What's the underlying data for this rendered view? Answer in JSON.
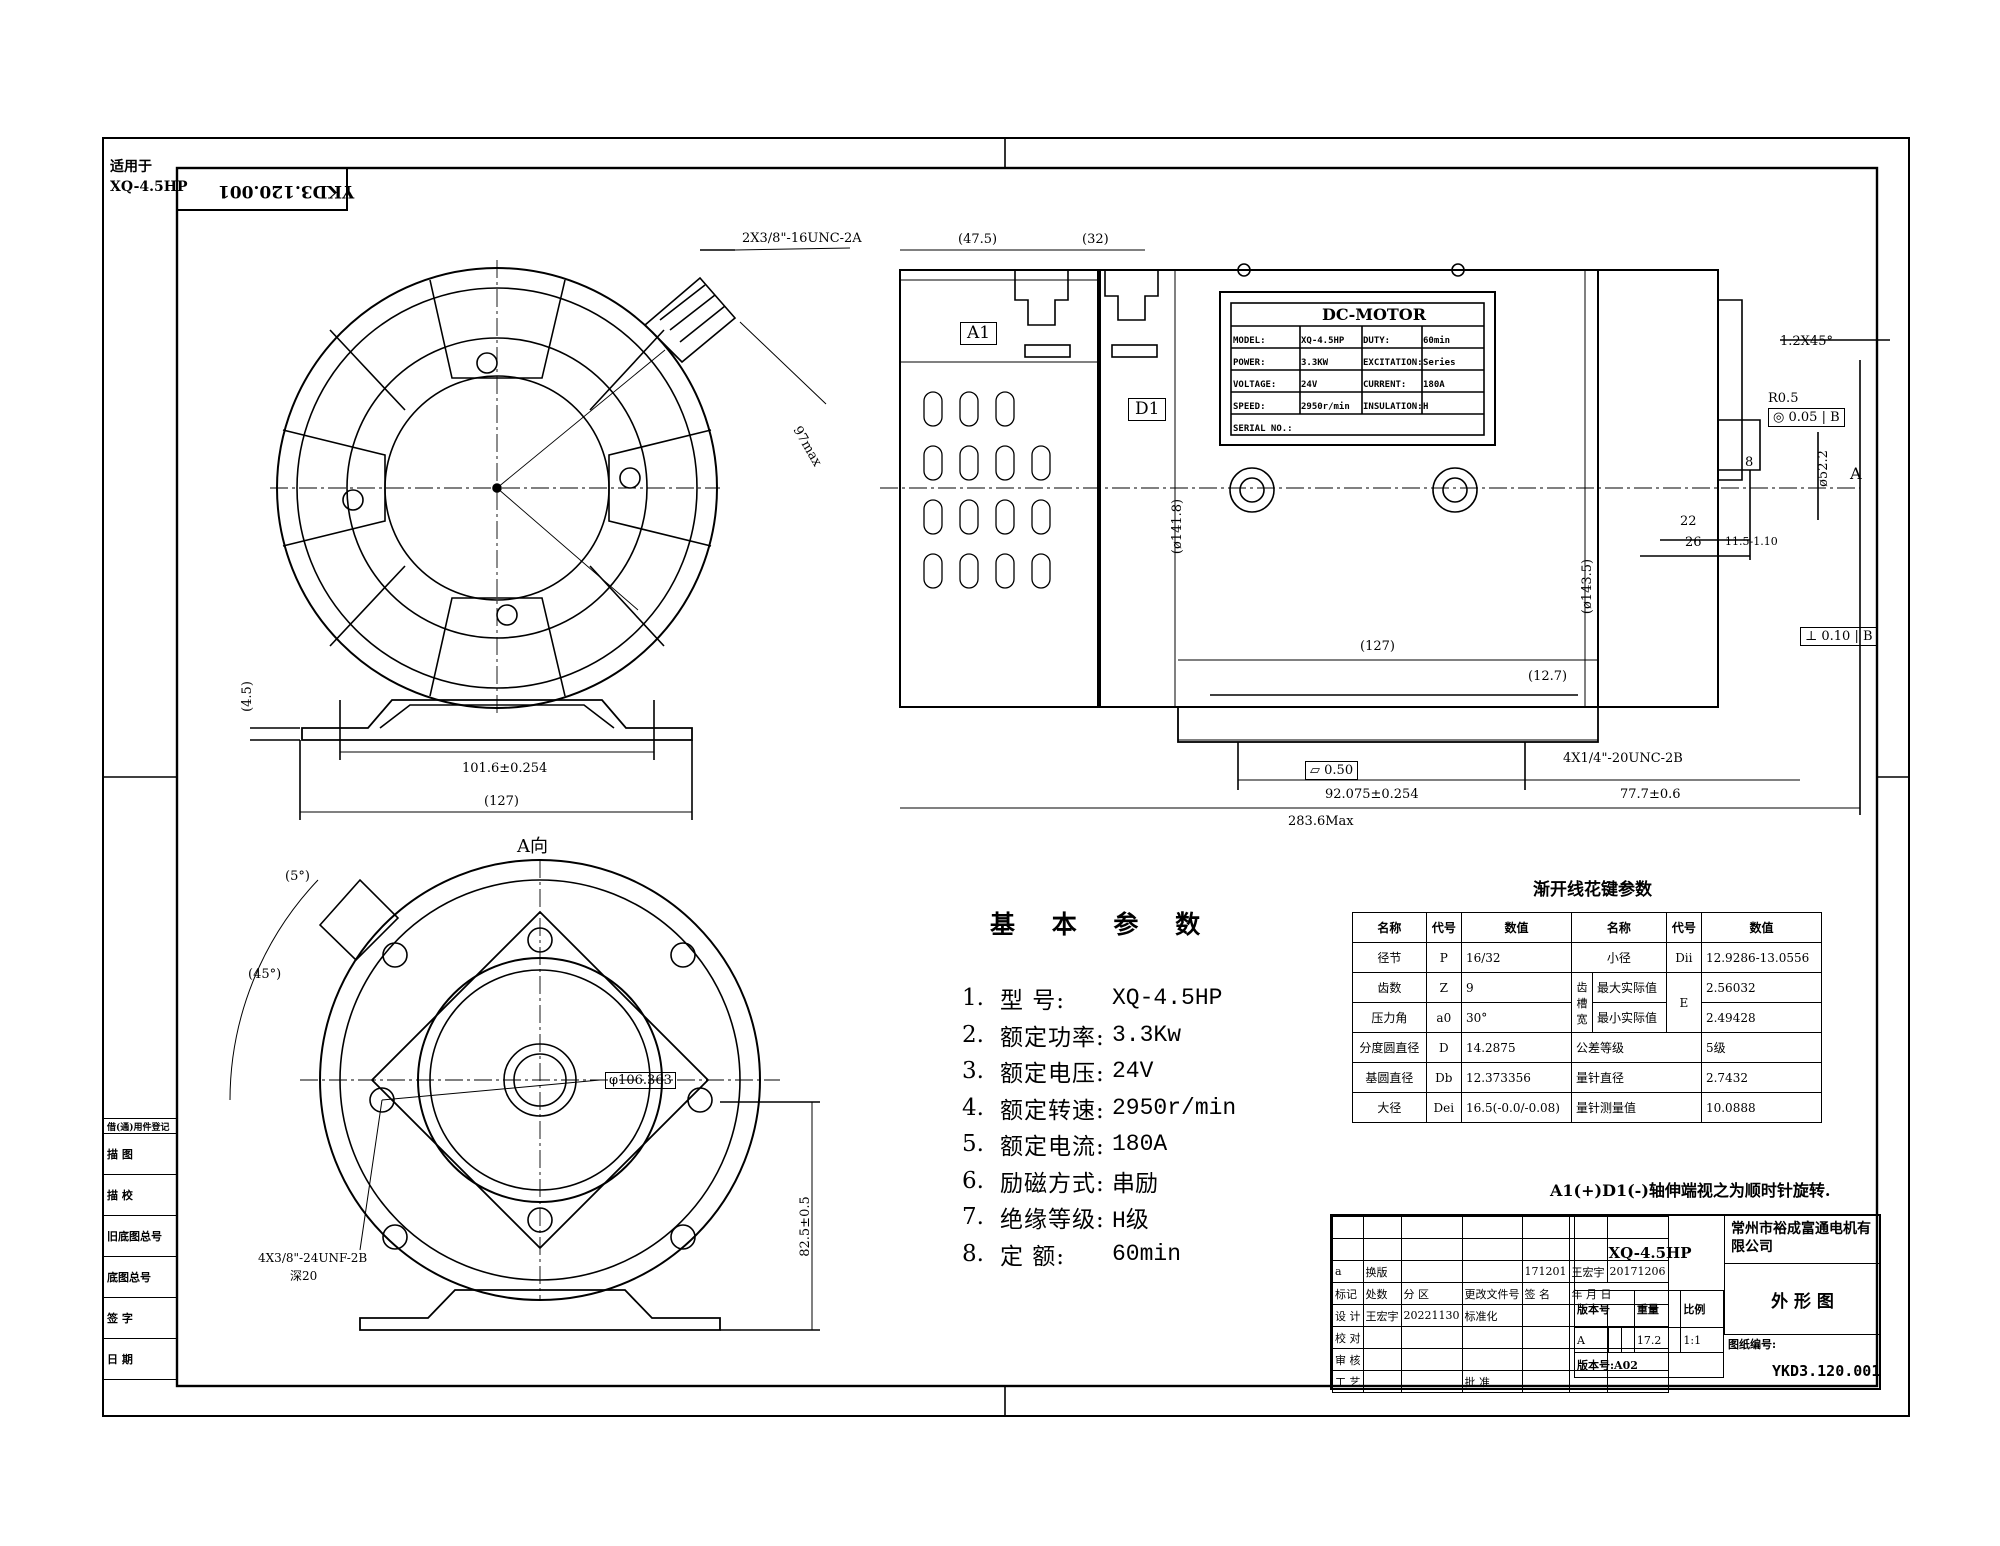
{
  "corner": {
    "applies_to": "适用于",
    "model": "XQ-4.5HP"
  },
  "stamp_code": "YKD3.120.001",
  "callouts": {
    "thread_top": "2X3/8\"-16UNC-2A",
    "r97": "97max",
    "dim_4_5": "(4.5)",
    "dim_101": "101.6±0.254",
    "dim_127b": "(127)",
    "dim_47": "(47.5)",
    "dim_32": "(32)",
    "a1": "A1",
    "d1": "D1",
    "dia141": "(ø141.8)",
    "dia143": "(ø143.5)",
    "dim_127c": "(127)",
    "dim_12_7": "(12.7)",
    "thread_bottom": "4X1/4\"-20UNC-2B",
    "flat_tol": "0.50",
    "dim_92": "92.075±0.254",
    "dim_77": "77.7±0.6",
    "dim_283": "283.6Max",
    "chamfer": "1.2X45°",
    "r0_5": "R0.5",
    "coax": "0.05",
    "coax_ref": "B",
    "dim_8": "8",
    "dim_22": "22",
    "dim_26": "26",
    "dim_11": "11.5-1.10",
    "dim_shaft": "ø52.2",
    "view_a_mark": "A",
    "perp": "0.10",
    "perp_ref": "B",
    "view_a": "A向",
    "angle5": "(5°)",
    "angle45": "(45°)",
    "pcd": "φ106.363",
    "thread_flange": "4X3/8\"-24UNF-2B",
    "depth": "深20",
    "dim_82": "82.5±0.5"
  },
  "nameplate": {
    "title": "DC-MOTOR",
    "rows": [
      [
        "MODEL:",
        "XQ-4.5HP",
        "DUTY:",
        "60min"
      ],
      [
        "POWER:",
        "3.3KW",
        "EXCITATION:",
        "Series"
      ],
      [
        "VOLTAGE:",
        "24V",
        "CURRENT:",
        "180A"
      ],
      [
        "SPEED:",
        "2950r/min",
        "INSULATION:",
        "H"
      ],
      [
        "SERIAL NO.:",
        "",
        "",
        ""
      ]
    ]
  },
  "params": {
    "title": "基 本 参 数",
    "items": [
      {
        "n": "1.",
        "label": "型    号:",
        "value": "XQ-4.5HP"
      },
      {
        "n": "2.",
        "label": "额定功率:",
        "value": "3.3Kw"
      },
      {
        "n": "3.",
        "label": "额定电压:",
        "value": "24V"
      },
      {
        "n": "4.",
        "label": "额定转速:",
        "value": "2950r/min"
      },
      {
        "n": "5.",
        "label": "额定电流:",
        "value": "180A"
      },
      {
        "n": "6.",
        "label": "励磁方式:",
        "value": "串励"
      },
      {
        "n": "7.",
        "label": "绝缘等级:",
        "value": "H级"
      },
      {
        "n": "8.",
        "label": "定    额:",
        "value": "60min"
      }
    ]
  },
  "spline": {
    "title": "渐开线花键参数",
    "header": [
      "名称",
      "代号",
      "数值",
      "名称",
      "代号",
      "数值"
    ],
    "r1": [
      "径节",
      "P",
      "16/32",
      "小径",
      "Dii",
      "12.9286-13.0556"
    ],
    "r2": [
      "齿数",
      "Z",
      "9",
      "齿槽宽",
      "最大实际值",
      "E",
      "2.56032"
    ],
    "r3": [
      "压力角",
      "a0",
      "30°",
      "最小实际值",
      "2.49428"
    ],
    "r4": [
      "分度圆直径",
      "D",
      "14.2875",
      "公差等级",
      "5级"
    ],
    "r5": [
      "基圆直径",
      "Db",
      "12.373356",
      "量针直径",
      "2.7432"
    ],
    "r6": [
      "大径",
      "Dei",
      "16.5(-0.0/-0.08)",
      "量针测量值",
      "10.0888"
    ]
  },
  "rotation_note": "A1(+)D1(-)轴伸端视之为顺时针旋转.",
  "side_panel": [
    "借(通)用件登记",
    "描    图",
    "描    校",
    "旧底图总号",
    "底图总号",
    "签    字",
    "日    期"
  ],
  "title_block": {
    "model": "XQ-4.5HP",
    "company": "常州市裕成富通电机有限公司",
    "drawing_name": "外 形 图",
    "drawing_no_label": "图纸编号:",
    "drawing_no": "YKD3.120.001",
    "rev_row": [
      "a",
      "换版",
      "",
      "",
      "171201",
      "王宏宇",
      "20171206"
    ],
    "hdr_row": [
      "标记",
      "处数",
      "分 区",
      "更改文件号",
      "签 名",
      "年 月 日"
    ],
    "design_row": [
      "设 计",
      "王宏宇",
      "20221130",
      "标准化"
    ],
    "check": "校 对",
    "review": "审 核",
    "process": "工 艺",
    "approve": "批 准",
    "version_label": "版本号",
    "weight_label": "重量",
    "scale_label": "比例",
    "version": "A",
    "weight": "17.2",
    "scale": "1:1",
    "version_no": "版本号:A02"
  }
}
